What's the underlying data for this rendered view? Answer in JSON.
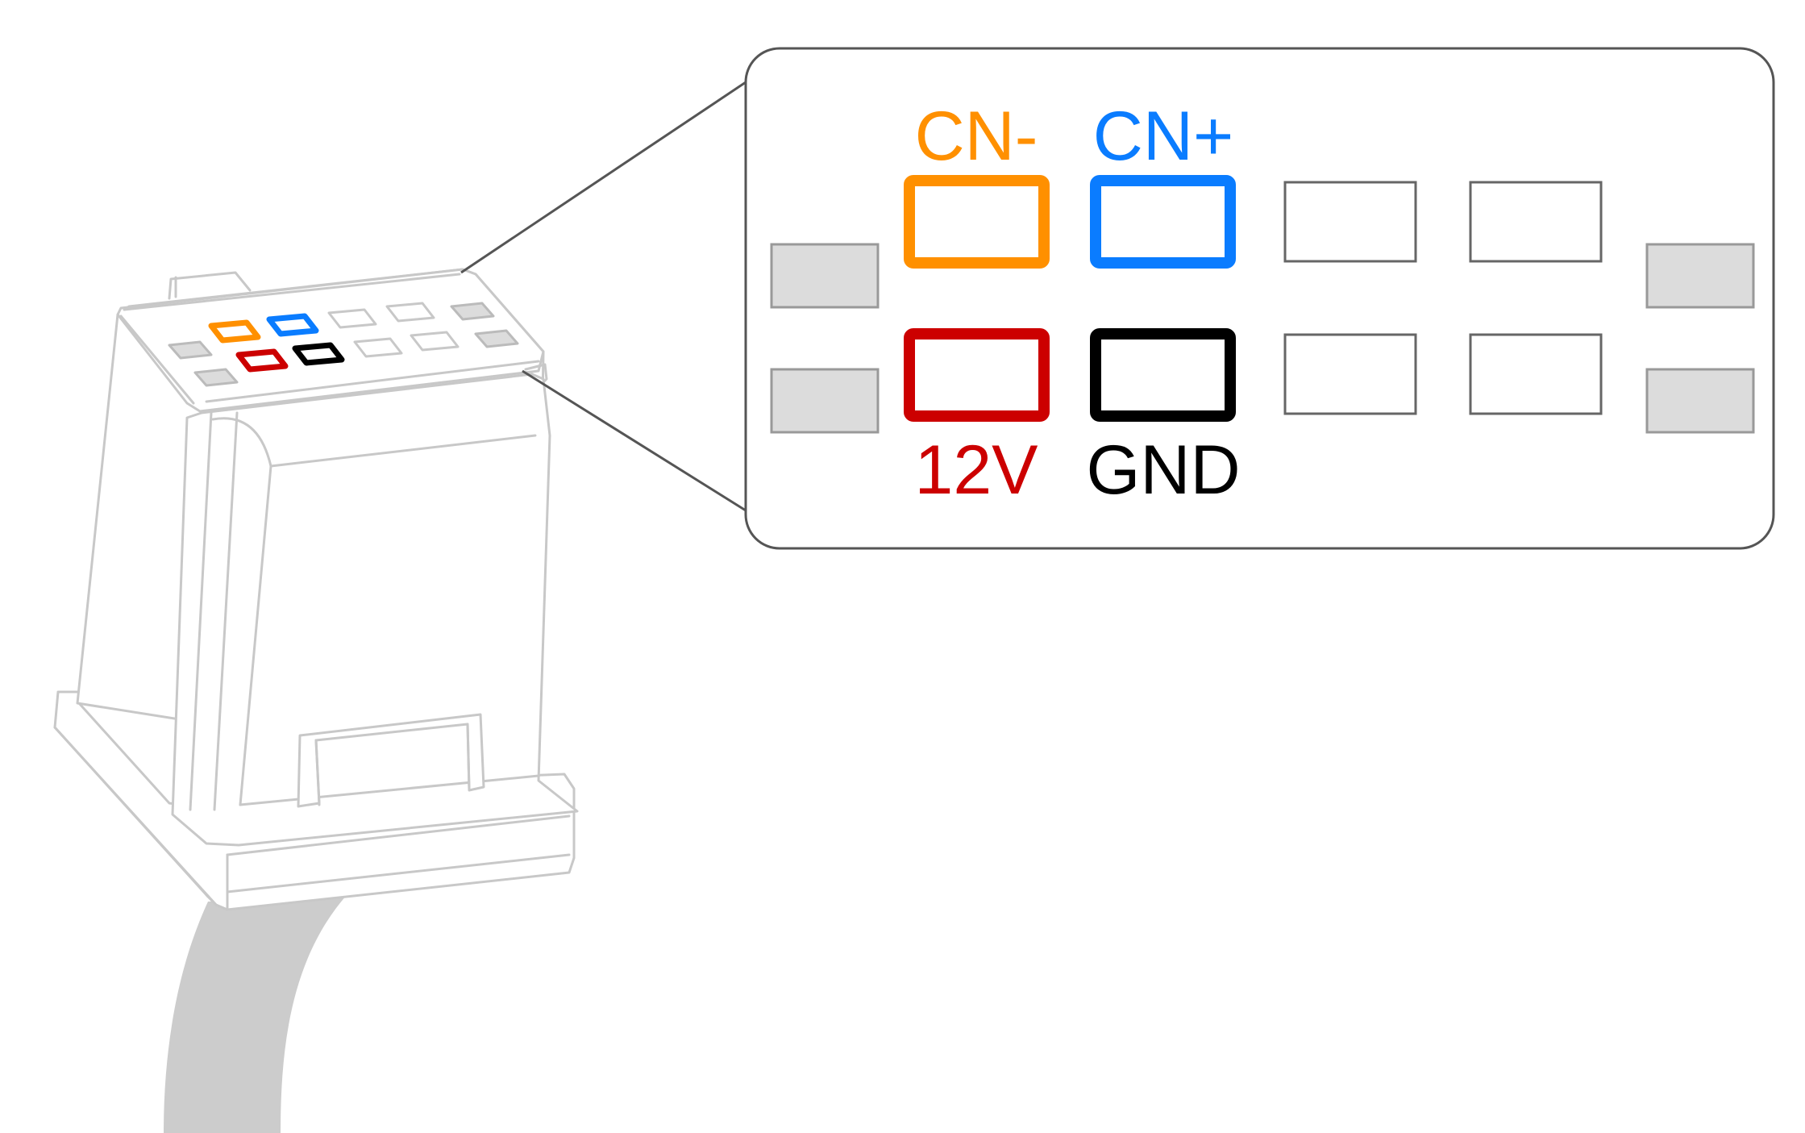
{
  "pins": {
    "cn_minus": {
      "label": "CN-",
      "color": "#FF9000"
    },
    "cn_plus": {
      "label": "CN+",
      "color": "#0A7CFF"
    },
    "v12": {
      "label": "12V",
      "color": "#CC0000"
    },
    "gnd": {
      "label": "GND",
      "color": "#000000"
    }
  },
  "colors": {
    "outline": "#c8c8c8",
    "callout_border": "#555555",
    "unused_pin": "#666666",
    "key_block_fill": "#dcdcdc",
    "key_block_stroke": "#999999",
    "cable": "#cccccc"
  }
}
